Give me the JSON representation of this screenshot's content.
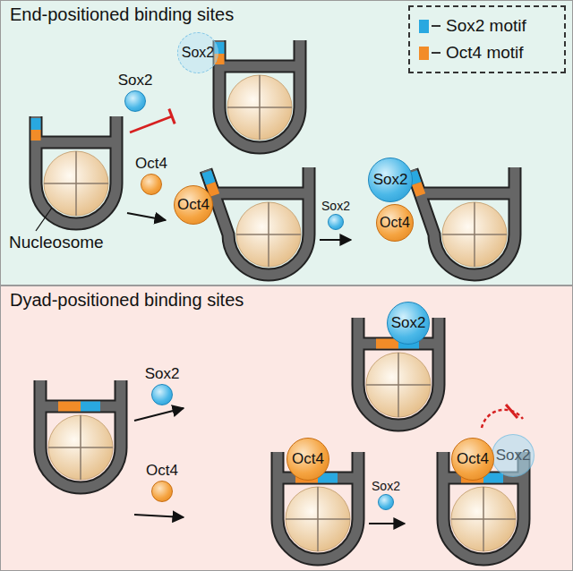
{
  "diagram": {
    "nodes": [
      {
        "text": [
          "End-positioned binding sites"
        ]
      },
      {
        "text": [
          "Sox2"
        ],
        "in": 0
      },
      {
        "text": [
          "Sox2"
        ],
        "in": 0
      },
      {
        "text": [
          "Oct4"
        ],
        "in": 0
      },
      {
        "text": [
          "Oct4"
        ],
        "in": 0
      },
      {
        "text": [
          "Sox2"
        ],
        "in": 0
      },
      {
        "text": [
          "Sox2"
        ],
        "in": 0
      },
      {
        "text": [
          "Oct4"
        ],
        "in": 0
      },
      {
        "text": [
          "Dyad-positioned binding sites"
        ]
      },
      {
        "text": [
          "Sox2"
        ],
        "in": 8
      },
      {
        "text": [
          "Sox2"
        ],
        "in": 8
      },
      {
        "text": [
          "Oct4"
        ],
        "in": 8
      },
      {
        "text": [
          "Oct4"
        ],
        "in": 8
      },
      {
        "text": [
          "Sox2"
        ],
        "in": 8
      },
      {
        "text": [
          "Oct4"
        ],
        "in": 8
      },
      {
        "text": [
          "Sox2"
        ],
        "in": 8
      }
    ],
    "labels": [
      "Nucleosome"
    ],
    "legend": [
      {
        "text": "Sox2 motif",
        "color": "#29a8e0"
      },
      {
        "text": "Oct4 motif",
        "color": "#f28c28"
      }
    ]
  }
}
